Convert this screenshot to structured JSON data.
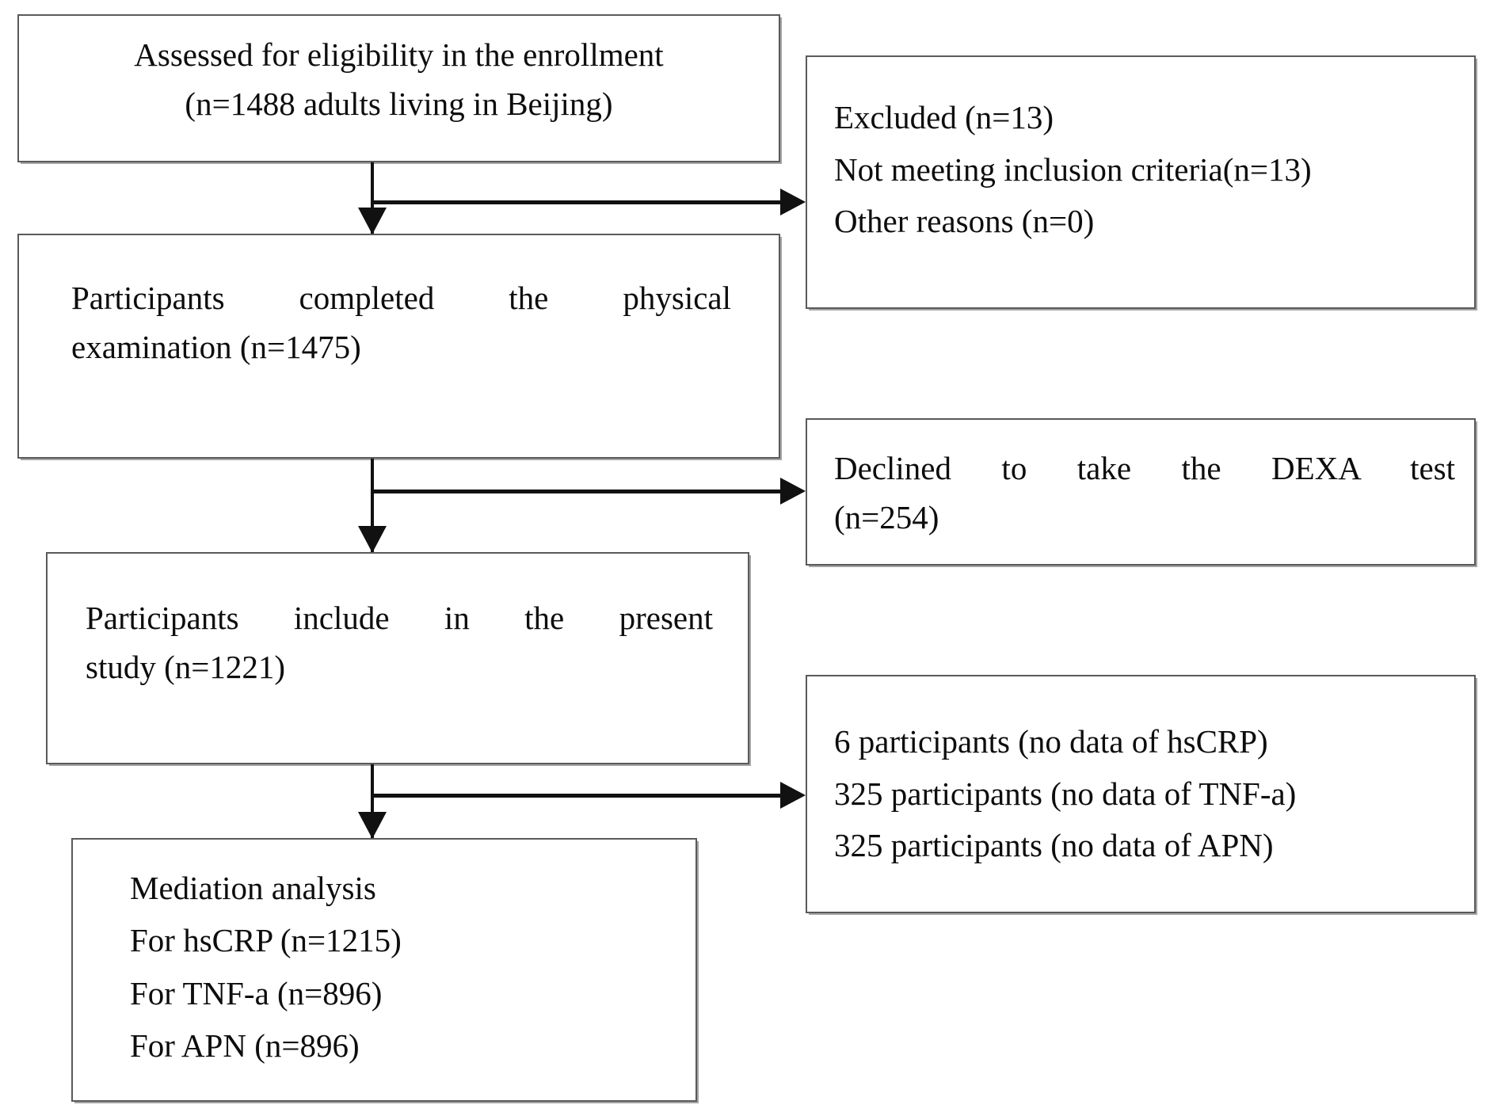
{
  "diagram": {
    "type": "participant-flow-chart",
    "colors": {
      "box_border": "#5a5a5a",
      "connector": "#111111",
      "background": "#ffffff",
      "text": "#0d0d0d"
    },
    "nodes": {
      "eligibility": {
        "line1": "Assessed for eligibility in the enrollment",
        "line2": "(n=1488 adults living in Beijing)"
      },
      "physical_exam": {
        "line1": "Participants completed the physical",
        "line2": "examination (n=1475)"
      },
      "included": {
        "line1": "Participants include in the present",
        "line2": "study (n=1221)"
      },
      "mediation": {
        "line1": "Mediation analysis",
        "line2": "For hsCRP (n=1215)",
        "line3": "For TNF-a (n=896)",
        "line4": "For APN (n=896)"
      },
      "excluded": {
        "line1": "Excluded (n=13)",
        "line2": "Not meeting inclusion criteria(n=13)",
        "line3": "Other reasons (n=0)"
      },
      "declined": {
        "line1": "Declined to take the DEXA test",
        "line2": "(n=254)"
      },
      "missing_data": {
        "line1": "6 participants (no data of hsCRP)",
        "line2": "325 participants (no data of TNF-a)",
        "line3": "325 participants (no data of APN)"
      }
    }
  }
}
